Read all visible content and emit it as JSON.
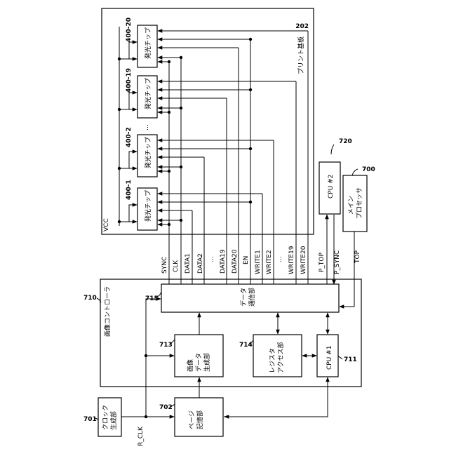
{
  "diagram": {
    "board": {
      "ref": "202",
      "label": "プリント基板",
      "vcc": "VCC"
    },
    "chips": [
      {
        "id": "chip-1",
        "ref": "400-1",
        "label": "発光チップ"
      },
      {
        "id": "chip-2",
        "ref": "400-2",
        "label": "発光チップ"
      },
      {
        "id": "chip-19",
        "ref": "400-19",
        "label": "発光チップ"
      },
      {
        "id": "chip-20",
        "ref": "400-20",
        "label": "発光チップ"
      }
    ],
    "ellipsis": "…",
    "signals": [
      {
        "key": "sync",
        "label": "SYNC"
      },
      {
        "key": "clk",
        "label": "CLK"
      },
      {
        "key": "data1",
        "label": "DATA1"
      },
      {
        "key": "data2",
        "label": "DATA2"
      },
      {
        "key": "data19",
        "label": "DATA19"
      },
      {
        "key": "data20",
        "label": "DATA20"
      },
      {
        "key": "en",
        "label": "EN"
      },
      {
        "key": "write1",
        "label": "WRITE1"
      },
      {
        "key": "write2",
        "label": "WRITE2"
      },
      {
        "key": "write19",
        "label": "WRITE19"
      },
      {
        "key": "write20",
        "label": "WRITE20"
      },
      {
        "key": "p_top",
        "label": "P_TOP"
      },
      {
        "key": "p_sync",
        "label": "P_SYNC"
      },
      {
        "key": "top",
        "label": "TOP"
      }
    ],
    "cpu2": {
      "ref": "720",
      "label": "CPU #2"
    },
    "main_processor": {
      "ref": "700",
      "label_lines": [
        "メイン",
        "プロセッサ"
      ]
    },
    "controller": {
      "ref": "710",
      "label": "画像コントローラ"
    },
    "data_comm": {
      "ref": "715",
      "label_lines": [
        "データ",
        "通信部"
      ]
    },
    "image_gen": {
      "ref": "713",
      "label_lines": [
        "画像",
        "データ",
        "生成部"
      ]
    },
    "register_access": {
      "ref": "714",
      "label_lines": [
        "レジスタ",
        "アクセス部"
      ]
    },
    "cpu1": {
      "ref": "711",
      "label": "CPU #1"
    },
    "clock_gen": {
      "ref": "701",
      "label_lines": [
        "クロック",
        "生成部"
      ]
    },
    "page_memory": {
      "ref": "702",
      "label_lines": [
        "ページ",
        "記憶部"
      ]
    },
    "r_clk": "R_CLK"
  }
}
